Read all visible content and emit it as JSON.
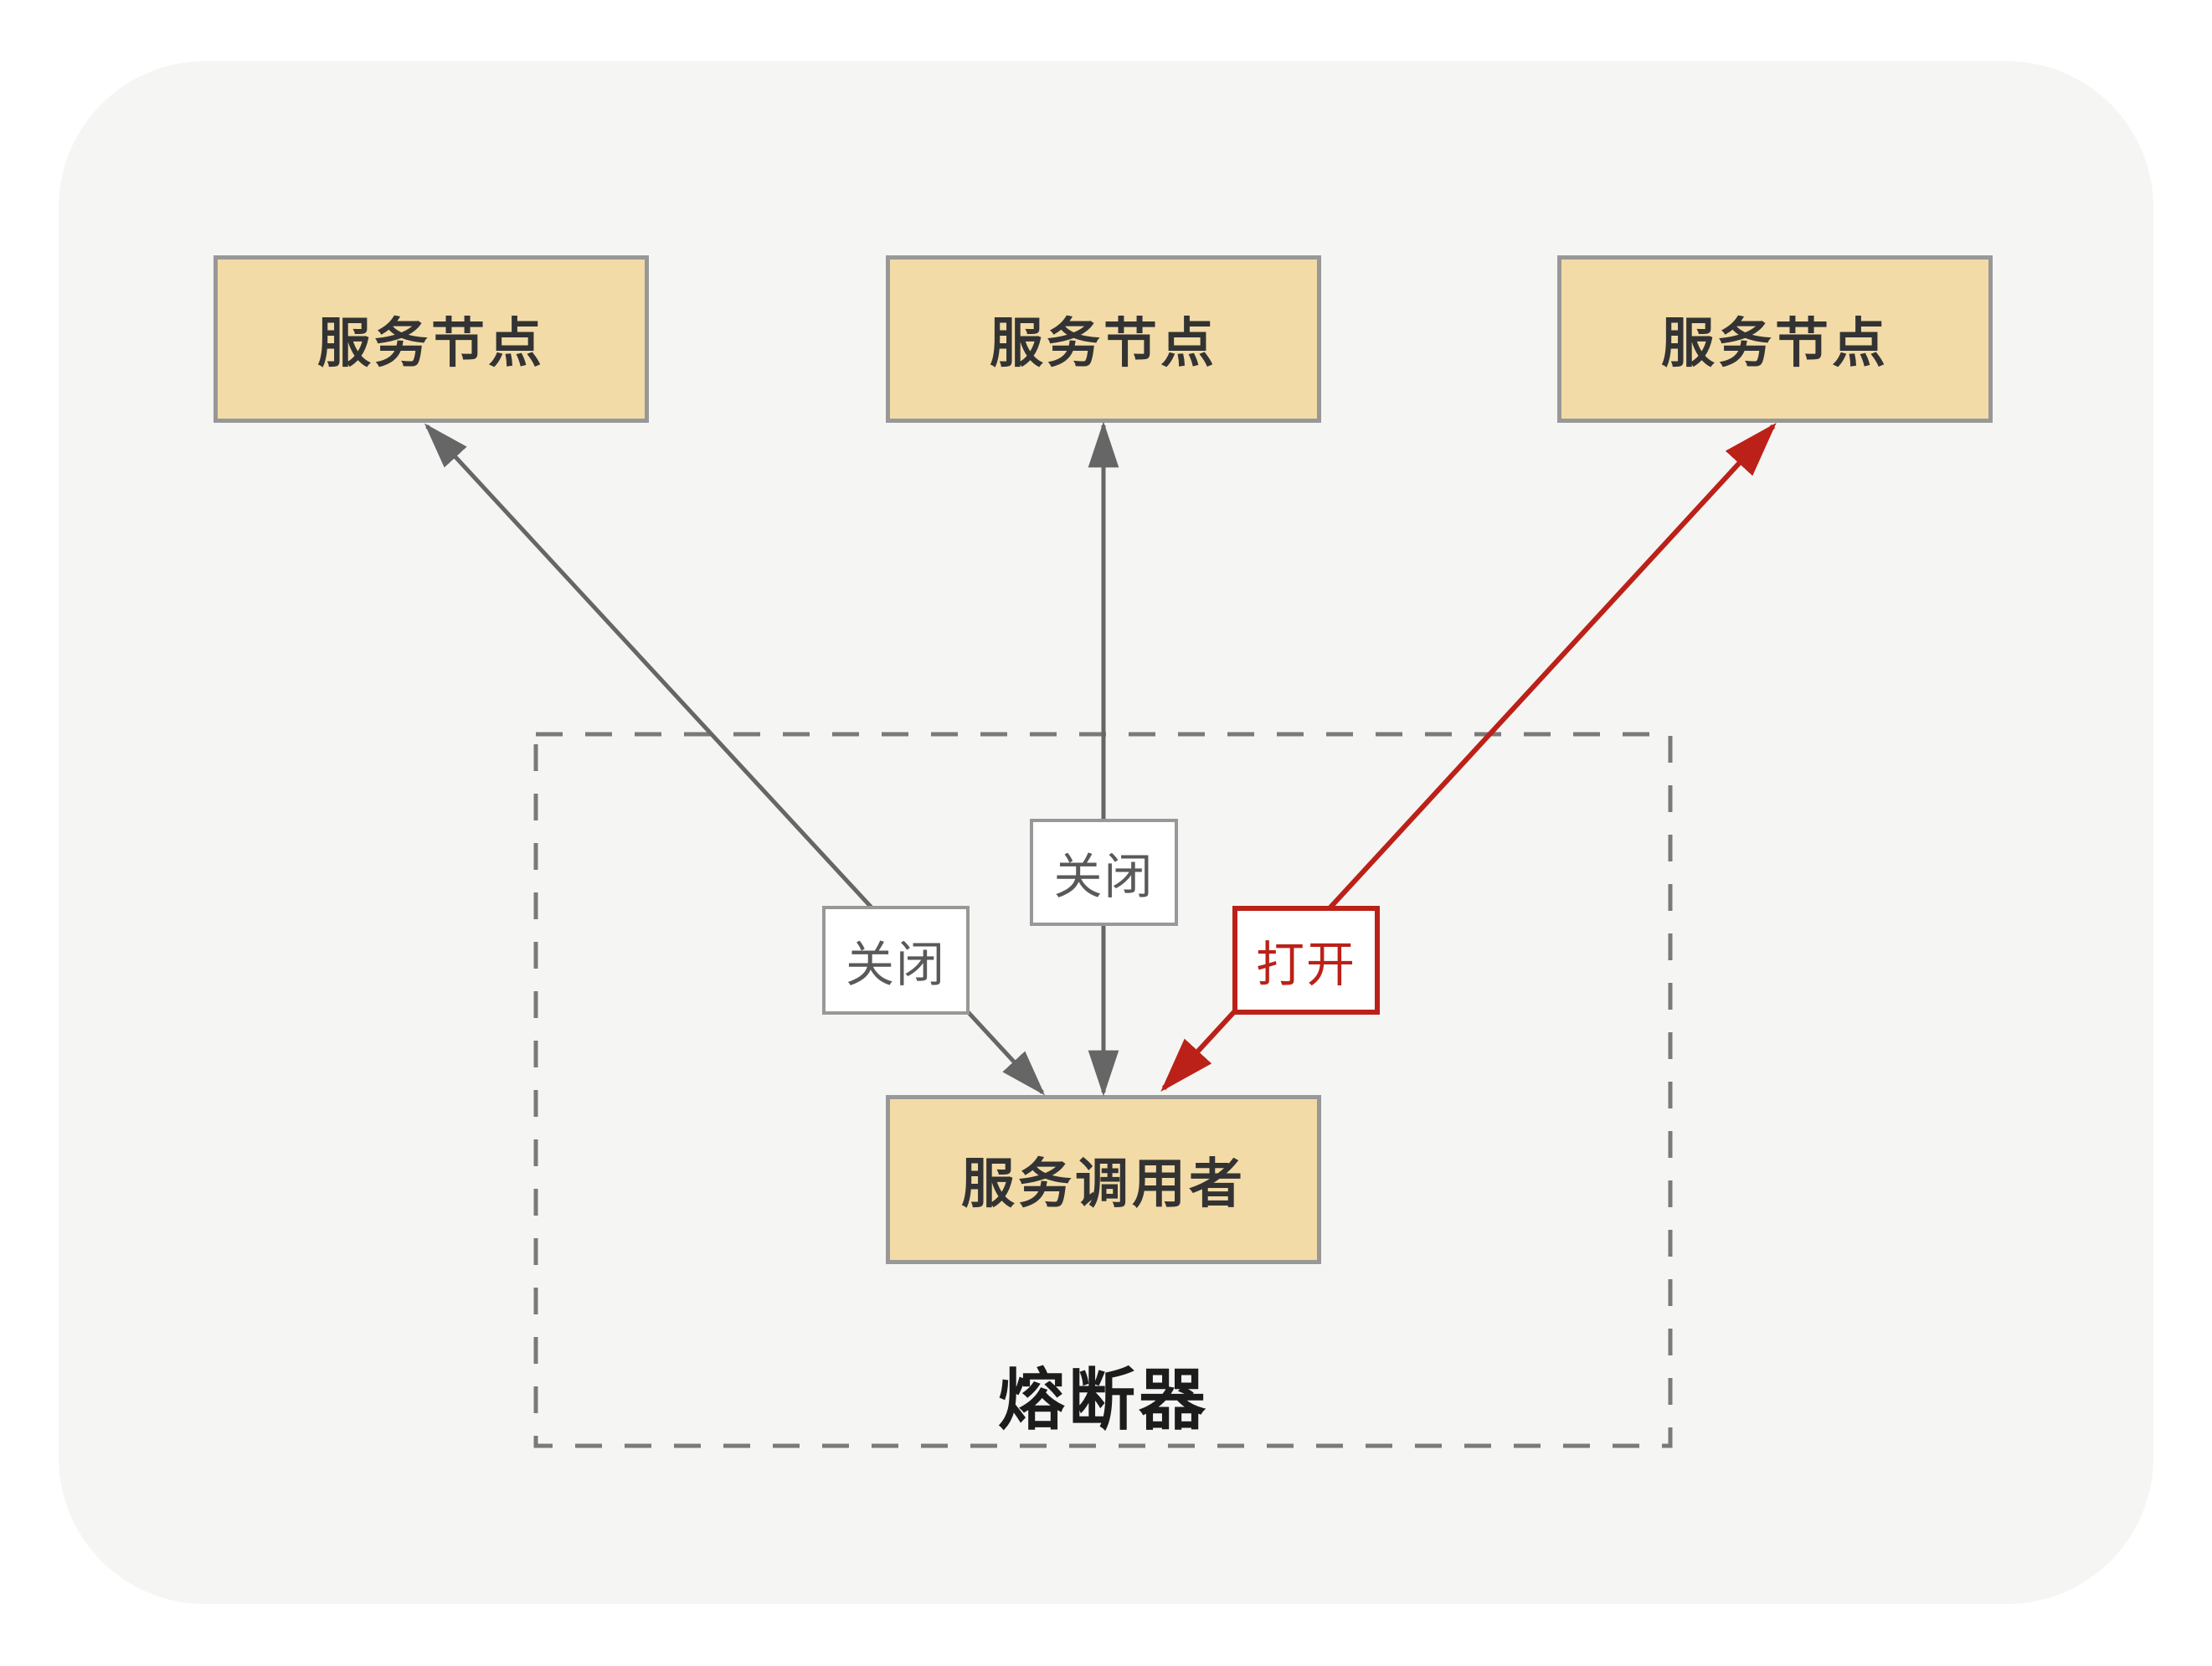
{
  "diagram": {
    "type": "circuit-breaker-pattern",
    "title": "熔断器",
    "nodes": {
      "service_node_left": {
        "label": "服务节点"
      },
      "service_node_middle": {
        "label": "服务节点"
      },
      "service_node_right": {
        "label": "服务节点"
      },
      "service_caller": {
        "label": "服务调用者"
      }
    },
    "edge_labels": {
      "closed_left": "关闭",
      "closed_middle": "关闭",
      "open": "打开"
    },
    "arrows": [
      {
        "from": "service_caller",
        "to": "service_node_left",
        "label": "关闭",
        "state": "closed",
        "color": "#666666",
        "bidirectional": true
      },
      {
        "from": "service_caller",
        "to": "service_node_middle",
        "label": "关闭",
        "state": "closed",
        "color": "#666666",
        "bidirectional": true
      },
      {
        "from": "service_caller",
        "to": "service_node_right",
        "label": "打开",
        "state": "open",
        "color": "#bb2118",
        "bidirectional": true
      }
    ],
    "colors": {
      "page_bg": "#ffffff",
      "panel_bg": "#f5f5f3",
      "node_fill": "#f3dba7",
      "node_border": "#989898",
      "node_text": "#333333",
      "gray_arrow": "#666666",
      "closed_label_text": "#595959",
      "open_red": "#bb2118",
      "dashed_border": "#7a7a7a",
      "title_text": "#1c1c1c"
    }
  }
}
